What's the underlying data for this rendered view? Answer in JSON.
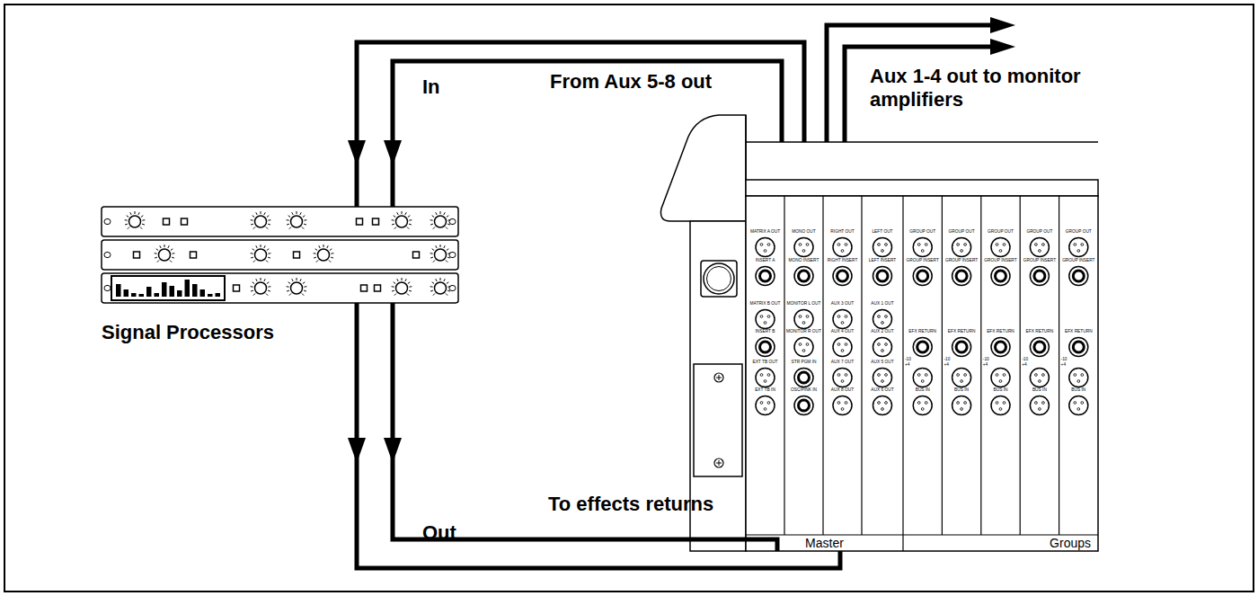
{
  "diagram": {
    "nodes": [
      {
        "text": [
          "Signal Processors"
        ]
      },
      {
        "text": [
          "Master",
          "Groups"
        ]
      }
    ],
    "edges": [
      {
        "from": 1,
        "to": 0,
        "arrow": "to",
        "label": "From Aux 5-8 out"
      },
      {
        "from": 1,
        "to": 0,
        "arrow": "to"
      },
      {
        "from": 0,
        "to": 1,
        "arrow": "to",
        "label": "To effects returns"
      },
      {
        "from": 0,
        "to": 1,
        "arrow": "to"
      }
    ],
    "labels": [
      "In",
      "Aux 1-4 out to monitor amplifiers",
      "Out",
      "MATRIX A OUT",
      "INSERT A",
      "MATRIX B OUT",
      "INSERT B",
      "EXT TB OUT",
      "EXT TB IN",
      "MONO OUT",
      "MONO INSERT",
      "MONITOR L OUT",
      "MONITOR R OUT",
      "STR PGM IN",
      "OSC/PINK IN",
      "RIGHT OUT",
      "RIGHT INSERT",
      "AUX 3 OUT",
      "AUX 4 OUT",
      "AUX 7 OUT",
      "AUX 8 OUT",
      "LEFT OUT",
      "LEFT INSERT",
      "AUX 1 OUT",
      "AUX 2 OUT",
      "AUX 5 OUT",
      "AUX 6 OUT",
      "GROUP OUT",
      "GROUP INSERT",
      "EFX RETURN",
      "-10",
      "+4",
      "BUS IN",
      "GROUP OUT",
      "GROUP INSERT",
      "EFX RETURN",
      "-10",
      "+4",
      "BUS IN",
      "GROUP OUT",
      "GROUP INSERT",
      "EFX RETURN",
      "-10",
      "+4",
      "BUS IN",
      "GROUP OUT",
      "GROUP INSERT",
      "EFX RETURN",
      "-10",
      "+4",
      "BUS IN",
      "GROUP OUT",
      "GROUP INSERT",
      "EFX RETURN",
      "-10",
      "+4",
      "BUS IN"
    ]
  }
}
